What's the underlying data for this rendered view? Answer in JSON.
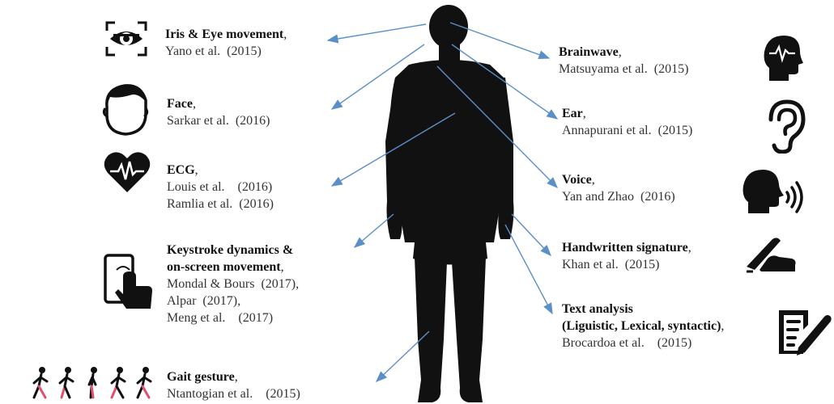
{
  "left": [
    {
      "title": "Iris & Eye movement",
      "suffix": ",",
      "refs": [
        "Yano et al.  (2015)"
      ],
      "icon": "eye-scan-icon"
    },
    {
      "title": "Face",
      "suffix": ",",
      "refs": [
        "Sarkar et al.  (2016)"
      ],
      "icon": "face-icon"
    },
    {
      "title": "ECG",
      "suffix": ",",
      "refs": [
        "Louis et al.    (2016)",
        "Ramlia et al.  (2016)"
      ],
      "icon": "heart-ecg-icon"
    },
    {
      "title": "Keystroke dynamics &",
      "title2": "on-screen movement",
      "suffix": ",",
      "refs": [
        "Mondal & Bours  (2017),",
        "Alpar  (2017),",
        "Meng et al.    (2017)"
      ],
      "icon": "touch-phone-icon"
    },
    {
      "title": "Gait gesture",
      "suffix": ",",
      "refs": [
        "Ntantogian et al.    (2015)"
      ],
      "icon": "walking-figures-icon"
    }
  ],
  "right": [
    {
      "title": "Brainwave",
      "suffix": ",",
      "refs": [
        "Matsuyama et al.  (2015)"
      ],
      "icon": "brain-head-icon"
    },
    {
      "title": "Ear",
      "suffix": ",",
      "refs": [
        "Annapurani et al.  (2015)"
      ],
      "icon": "ear-icon"
    },
    {
      "title": "Voice",
      "suffix": ",",
      "refs": [
        "Yan and Zhao  (2016)"
      ],
      "icon": "speaking-head-icon"
    },
    {
      "title": "Handwritten signature",
      "suffix": ",",
      "refs": [
        "Khan et al.  (2015)"
      ],
      "icon": "hand-pen-icon"
    },
    {
      "title": "Text analysis",
      "title2": "(Liguistic, Lexical, syntactic)",
      "suffix": ",",
      "refs": [
        "Brocardoa et al.    (2015)"
      ],
      "icon": "document-edit-icon"
    }
  ],
  "colors": {
    "arrow": "#5b8fc7",
    "silhouette": "#111111",
    "gait_accent": "#e0506a"
  }
}
